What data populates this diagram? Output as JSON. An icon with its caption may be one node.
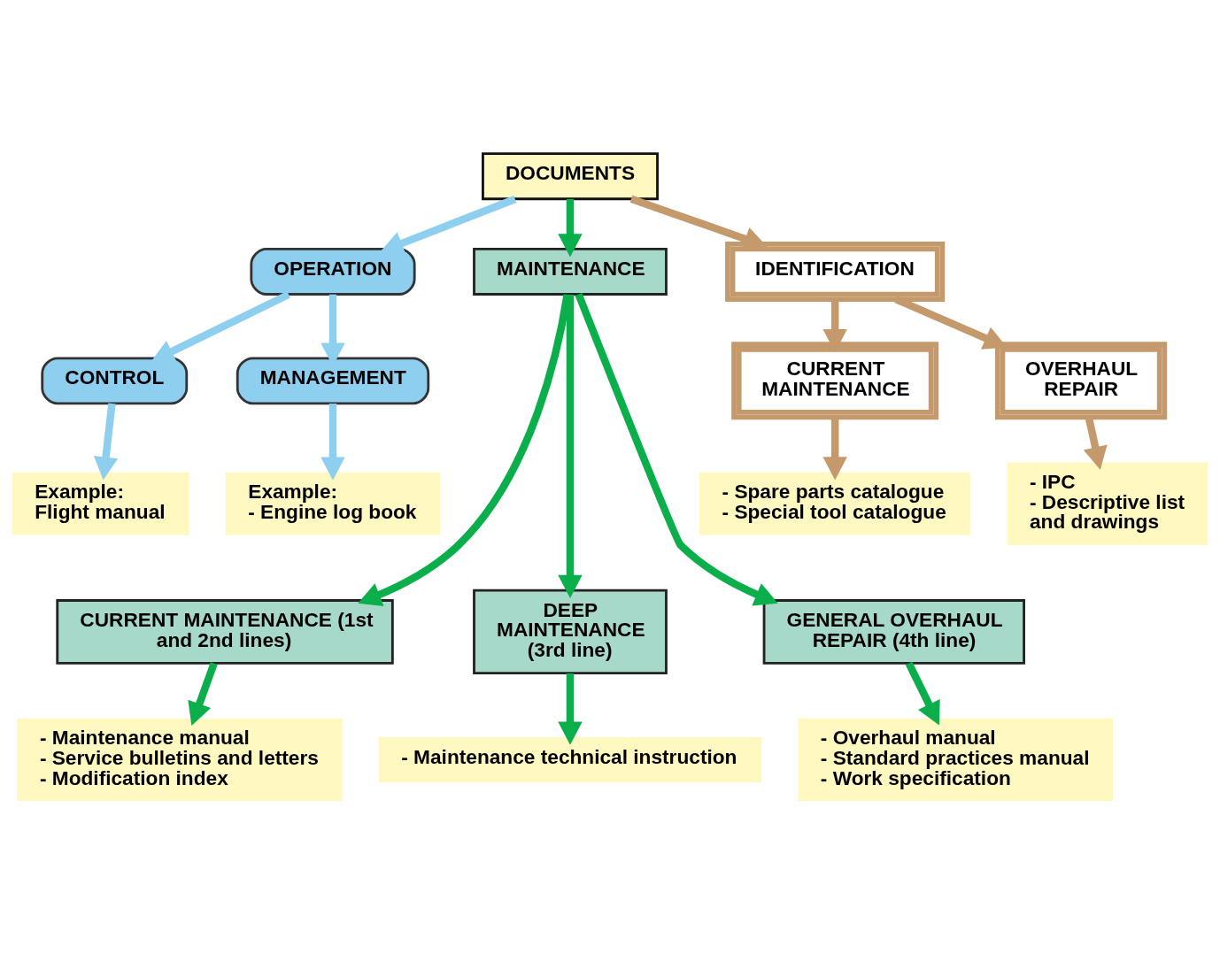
{
  "diagram": {
    "nodes": [
      {
        "text": [
          "DOCUMENTS"
        ]
      },
      {
        "text": [
          "OPERATION"
        ]
      },
      {
        "text": [
          "MAINTENANCE"
        ]
      },
      {
        "text": [
          "IDENTIFICATION"
        ]
      },
      {
        "text": [
          "CONTROL"
        ]
      },
      {
        "text": [
          "MANAGEMENT"
        ]
      },
      {
        "text": [
          "CURRENT MAINTENANCE"
        ]
      },
      {
        "text": [
          "OVERHAUL REPAIR"
        ]
      },
      {
        "text": [
          "Example:",
          "Flight manual"
        ]
      },
      {
        "text": [
          "Example:",
          "- Engine log book"
        ]
      },
      {
        "text": [
          "- Spare parts catalogue",
          "- Special tool catalogue"
        ]
      },
      {
        "text": [
          "- IPC",
          "- Descriptive list and drawings"
        ]
      },
      {
        "text": [
          "CURRENT MAINTENANCE (1st and 2nd lines)"
        ]
      },
      {
        "text": [
          "DEEP MAINTENANCE (3rd line)"
        ]
      },
      {
        "text": [
          "GENERAL OVERHAUL REPAIR (4th line)"
        ]
      },
      {
        "text": [
          "- Maintenance manual",
          "- Service bulletins and letters",
          "- Modification index"
        ]
      },
      {
        "text": [
          "- Maintenance technical instruction"
        ]
      },
      {
        "text": [
          "- Overhaul manual",
          "- Standard practices manual",
          "- Work specification"
        ]
      }
    ],
    "edges": [
      {
        "from": 0,
        "to": 1,
        "arrow": "to",
        "color": "#8ecff0"
      },
      {
        "from": 0,
        "to": 2,
        "arrow": "to"
      },
      {
        "from": 0,
        "to": 3,
        "arrow": "to",
        "color": "#c49a6c"
      },
      {
        "from": 1,
        "to": 4,
        "arrow": "to",
        "color": "#8ecff0"
      },
      {
        "from": 1,
        "to": 5,
        "arrow": "to",
        "color": "#8ecff0"
      },
      {
        "from": 3,
        "to": 6,
        "arrow": "to",
        "color": "#c49a6c"
      },
      {
        "from": 3,
        "to": 7,
        "arrow": "to",
        "color": "#c49a6c"
      },
      {
        "from": 4,
        "to": 8,
        "arrow": "to",
        "color": "#8ecff0"
      },
      {
        "from": 5,
        "to": 9,
        "arrow": "to",
        "color": "#8ecff0"
      },
      {
        "from": 6,
        "to": 10,
        "arrow": "to",
        "color": "#c49a6c"
      },
      {
        "from": 7,
        "to": 11,
        "arrow": "to",
        "color": "#c49a6c"
      },
      {
        "from": 2,
        "to": 12,
        "arrow": "to"
      },
      {
        "from": 2,
        "to": 13,
        "arrow": "to"
      },
      {
        "from": 2,
        "to": 14,
        "arrow": "to"
      },
      {
        "from": 12,
        "to": 15,
        "arrow": "to"
      },
      {
        "from": 13,
        "to": 16,
        "arrow": "to"
      },
      {
        "from": 14,
        "to": 17,
        "arrow": "to"
      }
    ]
  }
}
